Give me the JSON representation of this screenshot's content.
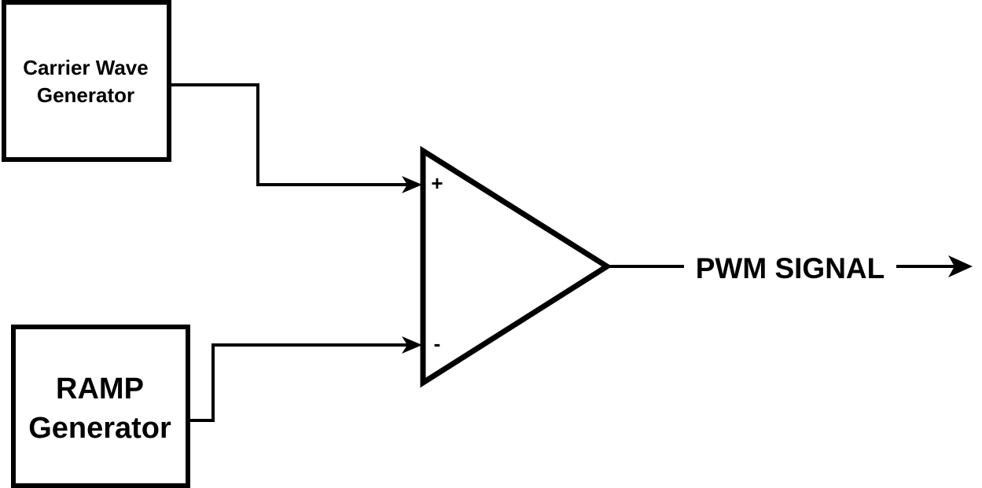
{
  "blocks": {
    "carrier": {
      "line1": "Carrier Wave",
      "line2": "Generator"
    },
    "ramp": {
      "line1": "RAMP",
      "line2": "Generator"
    }
  },
  "comparator": {
    "plus_sign": "+",
    "minus_sign": "-"
  },
  "output": {
    "label": "PWM SIGNAL"
  },
  "colors": {
    "stroke": "#000000",
    "background": "#ffffff"
  }
}
